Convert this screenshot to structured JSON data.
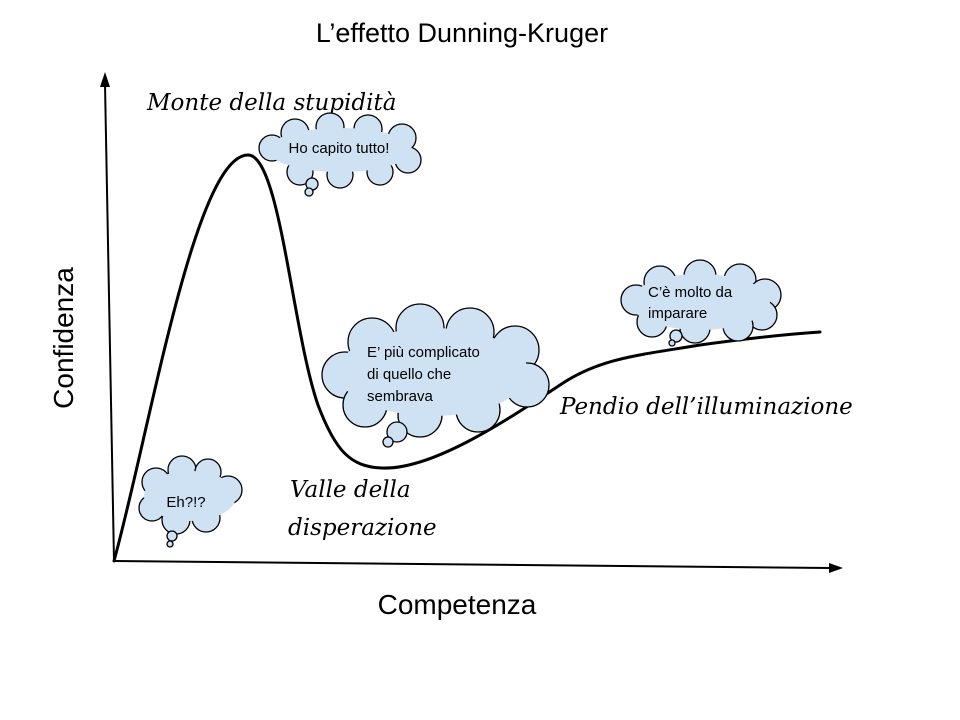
{
  "title": "L’effetto Dunning-Kruger",
  "axes": {
    "x_label": "Competenza",
    "y_label": "Confidenza"
  },
  "regions": {
    "peak": "Monte della stupidità",
    "valley_line1": "Valle della",
    "valley_line2": "disperazione",
    "slope": "Pendio dell’illuminazione"
  },
  "bubbles": {
    "start": "Eh?!?",
    "peak": "Ho capito tutto!",
    "valley_line1": "E’ più complicato",
    "valley_line2": "di quello che",
    "valley_line3": "sembrava",
    "slope_line1": "C’è molto da",
    "slope_line2": "imparare"
  },
  "colors": {
    "bubble_fill": "#cfe2f3",
    "line": "#000000"
  }
}
